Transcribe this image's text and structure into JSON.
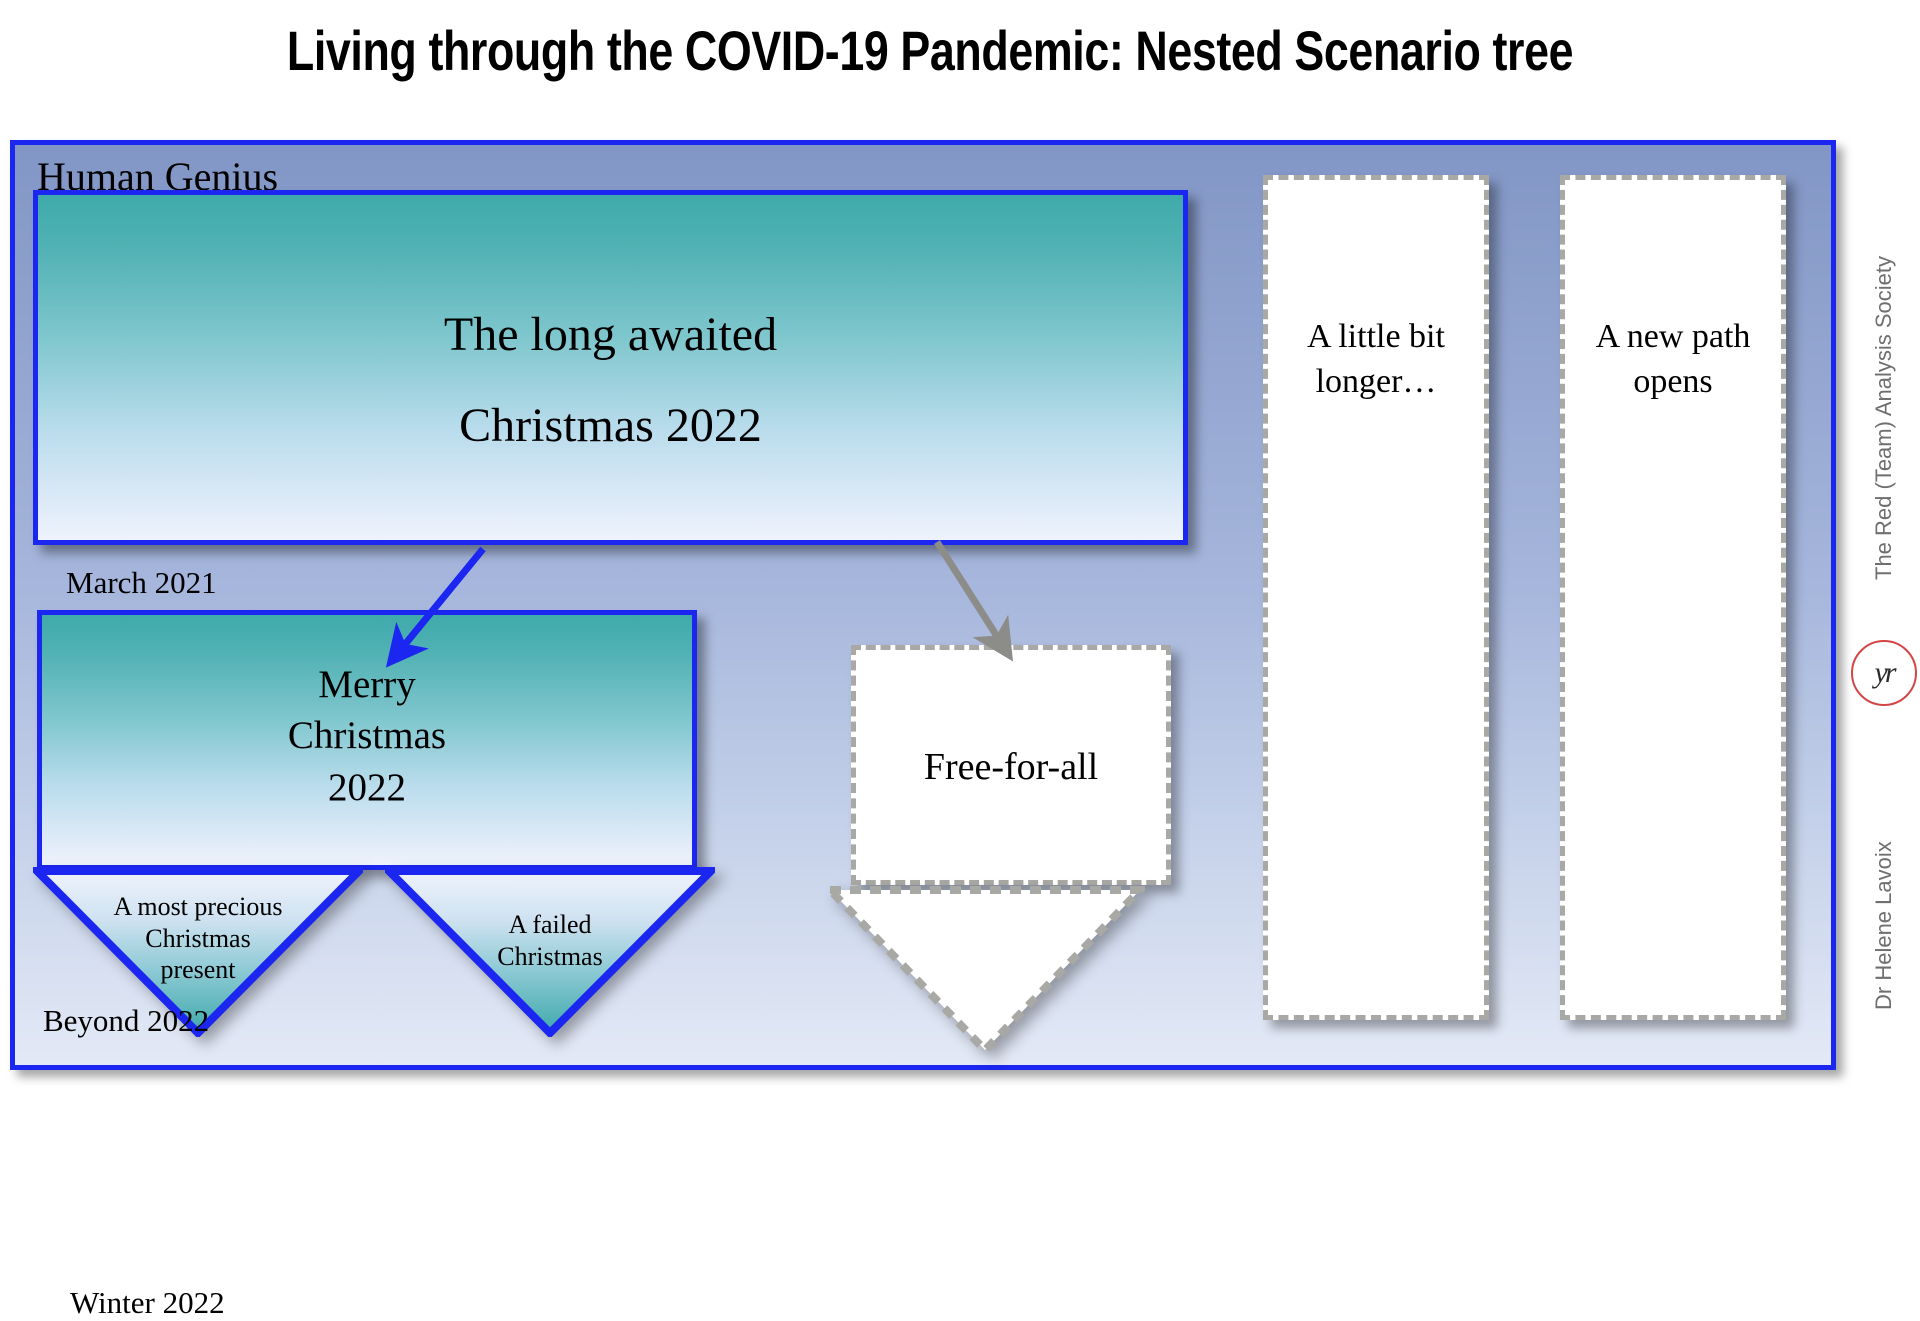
{
  "title": "Living through the COVID-19 Pandemic: Nested Scenario tree",
  "colors": {
    "border_blue": "#1b26f0",
    "panel_blue": "#8296c6",
    "teal": "#3faaab",
    "dashed_gray": "#a8a8a4",
    "arrow_blue": "#1b26f0",
    "arrow_gray": "#8c8c88",
    "logo_red": "#d24646",
    "sidebar_text": "#6f6f6f"
  },
  "outer_panel": {
    "label": "Human Genius"
  },
  "timeline_labels": {
    "march_2021": "March 2021",
    "winter_2022": "Winter 2022",
    "beyond_2022": "Beyond 2022"
  },
  "nodes": {
    "long_awaited": {
      "line1": "The long awaited",
      "line2": "Christmas 2022",
      "style": "teal-box"
    },
    "merry_christmas": {
      "line1": "Merry",
      "line2": "Christmas",
      "line3": "2022",
      "style": "teal-box"
    },
    "most_precious": {
      "line1": "A most precious",
      "line2": "Christmas",
      "line3": "present",
      "style": "teal-triangle"
    },
    "failed_christmas": {
      "line1": "A failed",
      "line2": "Christmas",
      "style": "teal-triangle"
    },
    "free_for_all": {
      "line1": "Free-for-all",
      "style": "white-dashed-box"
    },
    "little_longer": {
      "line1": "A little bit",
      "line2": "longer…",
      "style": "white-dashed-box"
    },
    "new_path": {
      "line1": "A new path",
      "line2": "opens",
      "style": "white-dashed-box"
    }
  },
  "arrows": [
    {
      "name": "arrow-long-awaited-to-merry",
      "color": "#1b26f0"
    },
    {
      "name": "arrow-long-awaited-to-free-for-all",
      "color": "#8c8c88"
    }
  ],
  "sidebar": {
    "society": "The Red (Team) Analysis Society",
    "author": "Dr Helene Lavoix",
    "logo_mark": "yr"
  }
}
